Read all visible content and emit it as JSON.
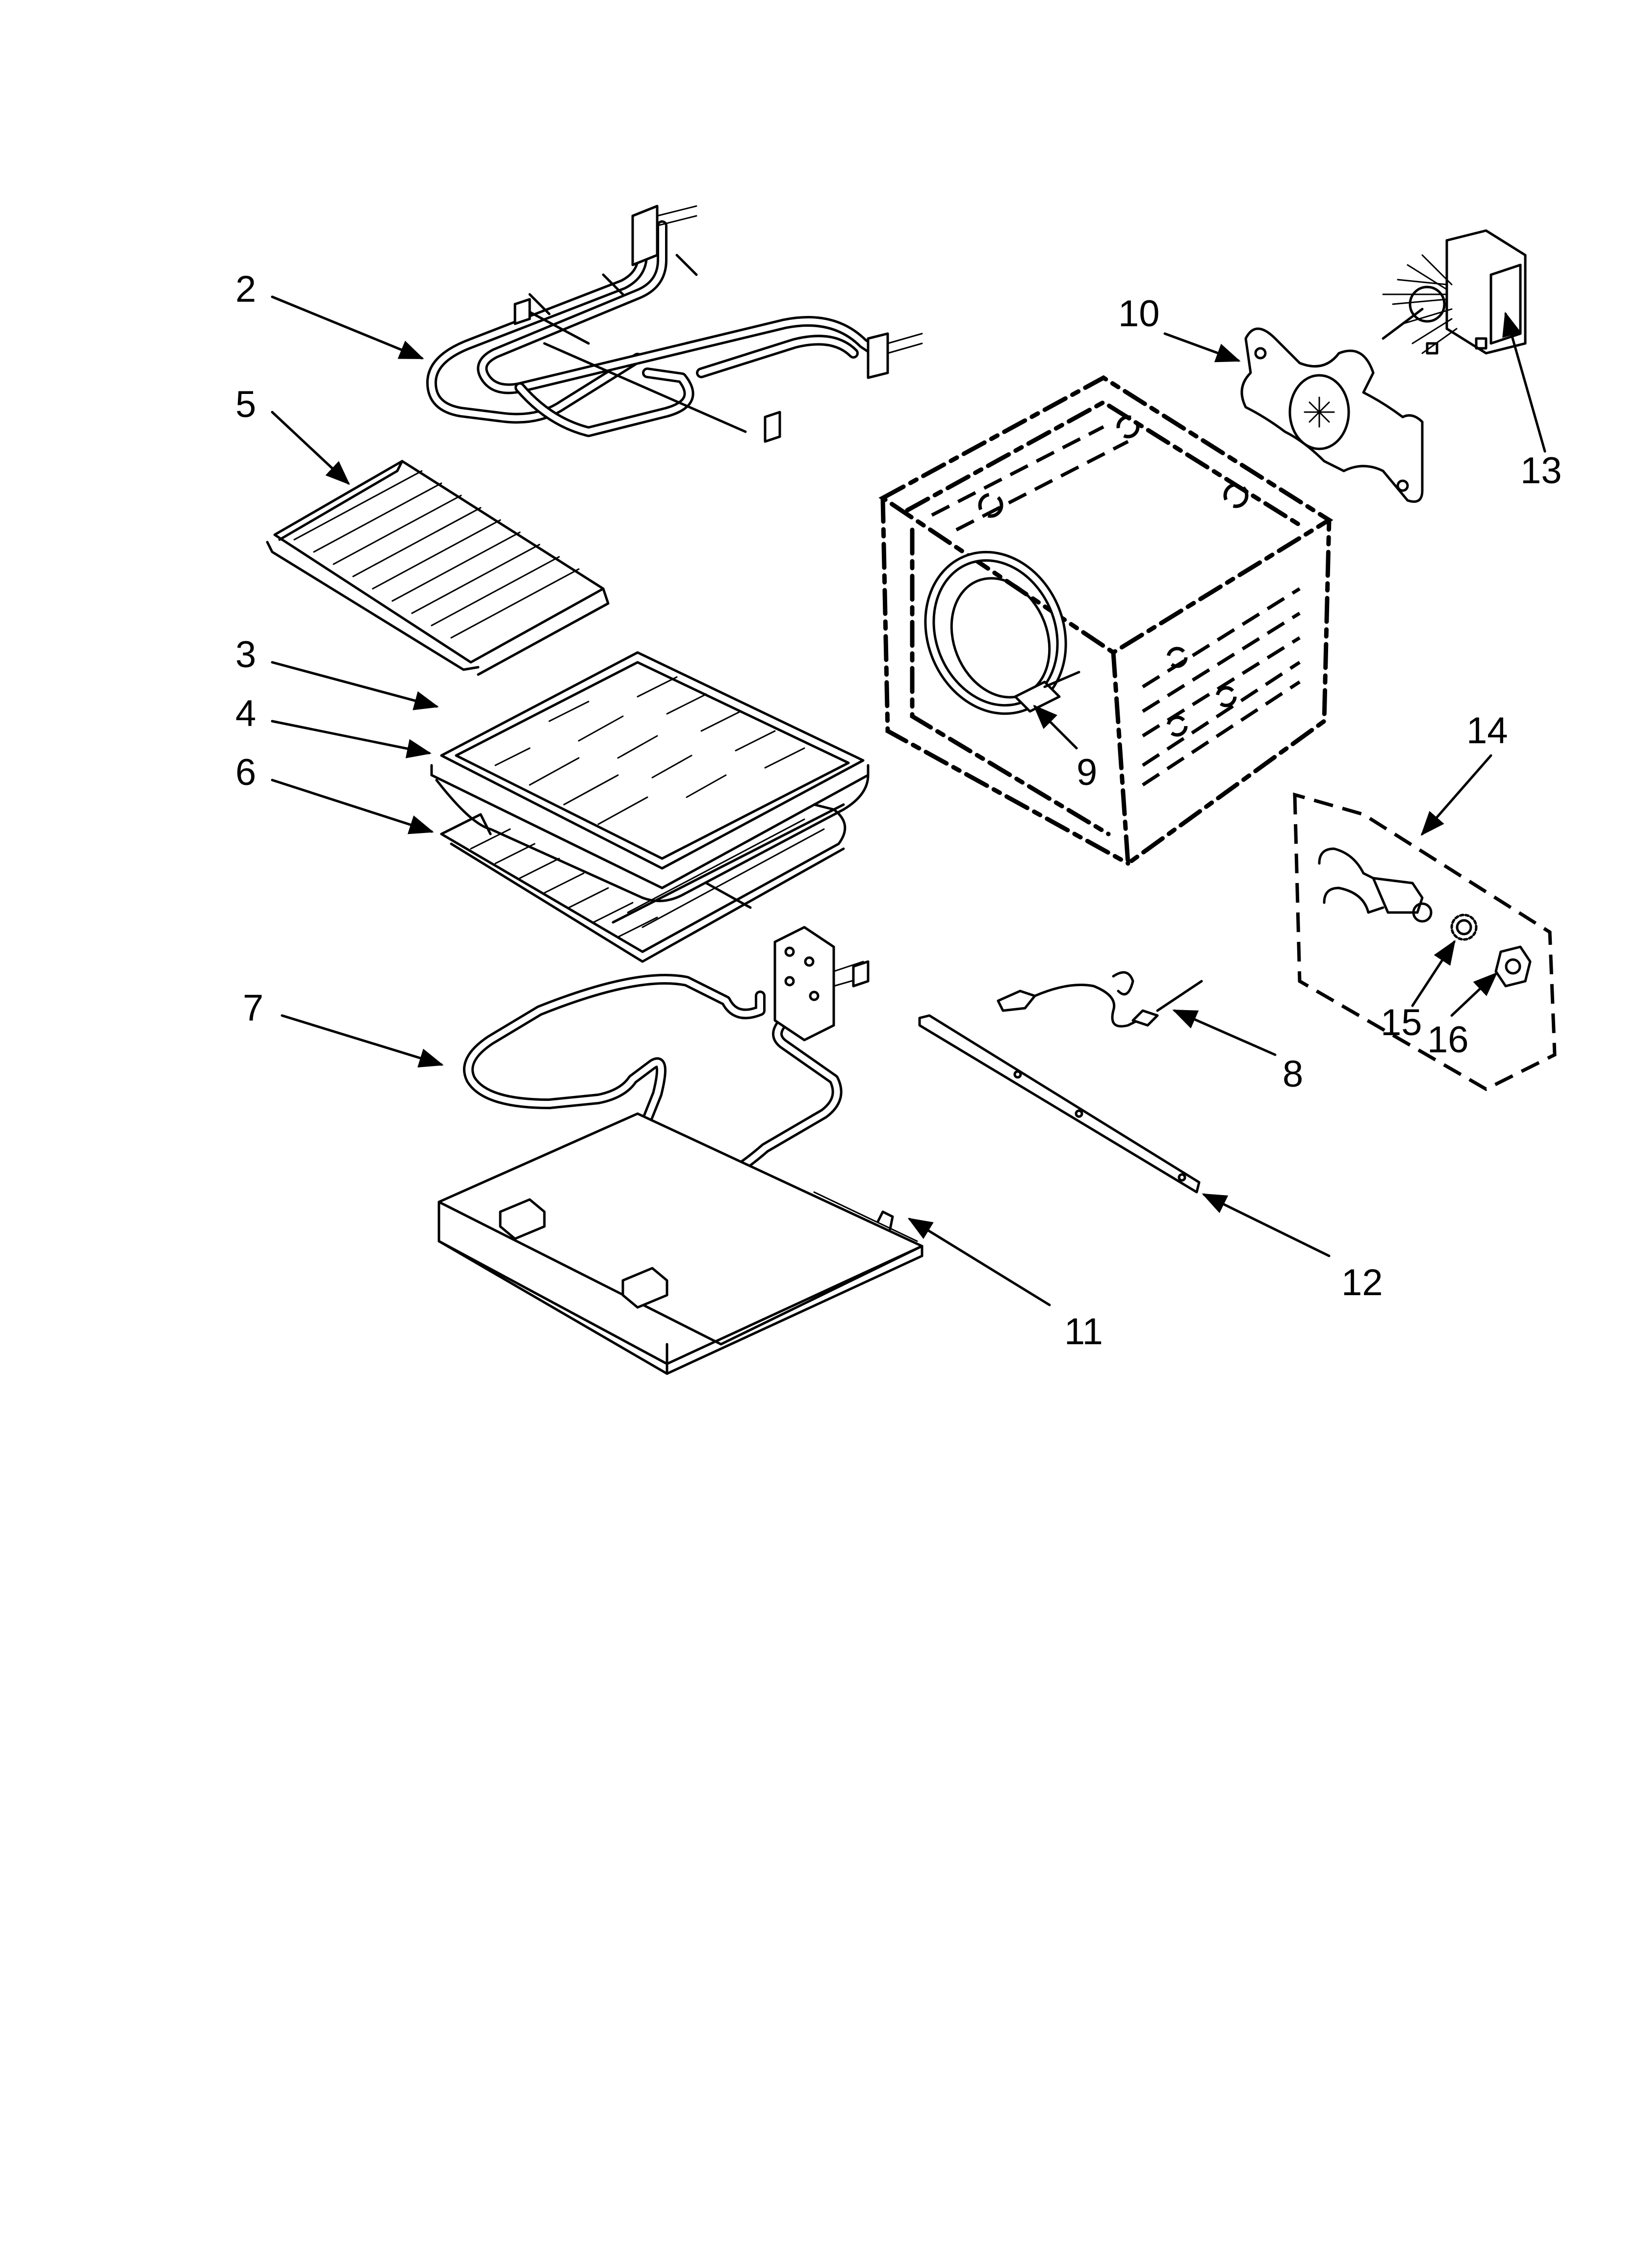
{
  "diagram": {
    "callouts": [
      {
        "id": "2",
        "text": "2"
      },
      {
        "id": "5",
        "text": "5"
      },
      {
        "id": "3",
        "text": "3"
      },
      {
        "id": "4",
        "text": "4"
      },
      {
        "id": "6",
        "text": "6"
      },
      {
        "id": "7",
        "text": "7"
      },
      {
        "id": "10",
        "text": "10"
      },
      {
        "id": "13",
        "text": "13"
      },
      {
        "id": "9",
        "text": "9"
      },
      {
        "id": "14",
        "text": "14"
      },
      {
        "id": "15",
        "text": "15"
      },
      {
        "id": "16",
        "text": "16"
      },
      {
        "id": "8",
        "text": "8"
      },
      {
        "id": "12",
        "text": "12"
      },
      {
        "id": "11",
        "text": "11"
      }
    ]
  }
}
